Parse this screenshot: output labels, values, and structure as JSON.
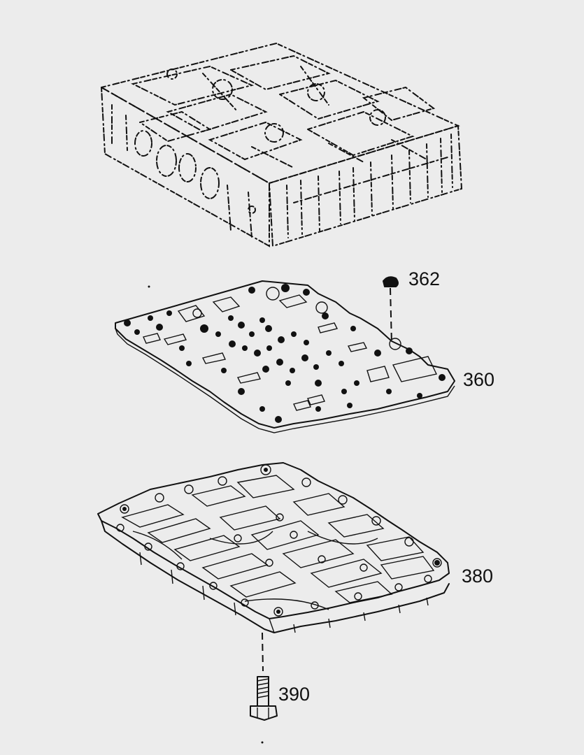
{
  "diagram": {
    "parts": [
      {
        "id": "upper-valve-body",
        "callout": ""
      },
      {
        "id": "check-ball",
        "callout": "362"
      },
      {
        "id": "spacer-plate",
        "callout": "360"
      },
      {
        "id": "lower-valve-body",
        "callout": "380"
      },
      {
        "id": "bolt",
        "callout": "390"
      }
    ]
  },
  "labels": {
    "c362": "362",
    "c360": "360",
    "c380": "380",
    "c390": "390"
  },
  "colors": {
    "background": "#ececec",
    "ink": "#111111"
  }
}
